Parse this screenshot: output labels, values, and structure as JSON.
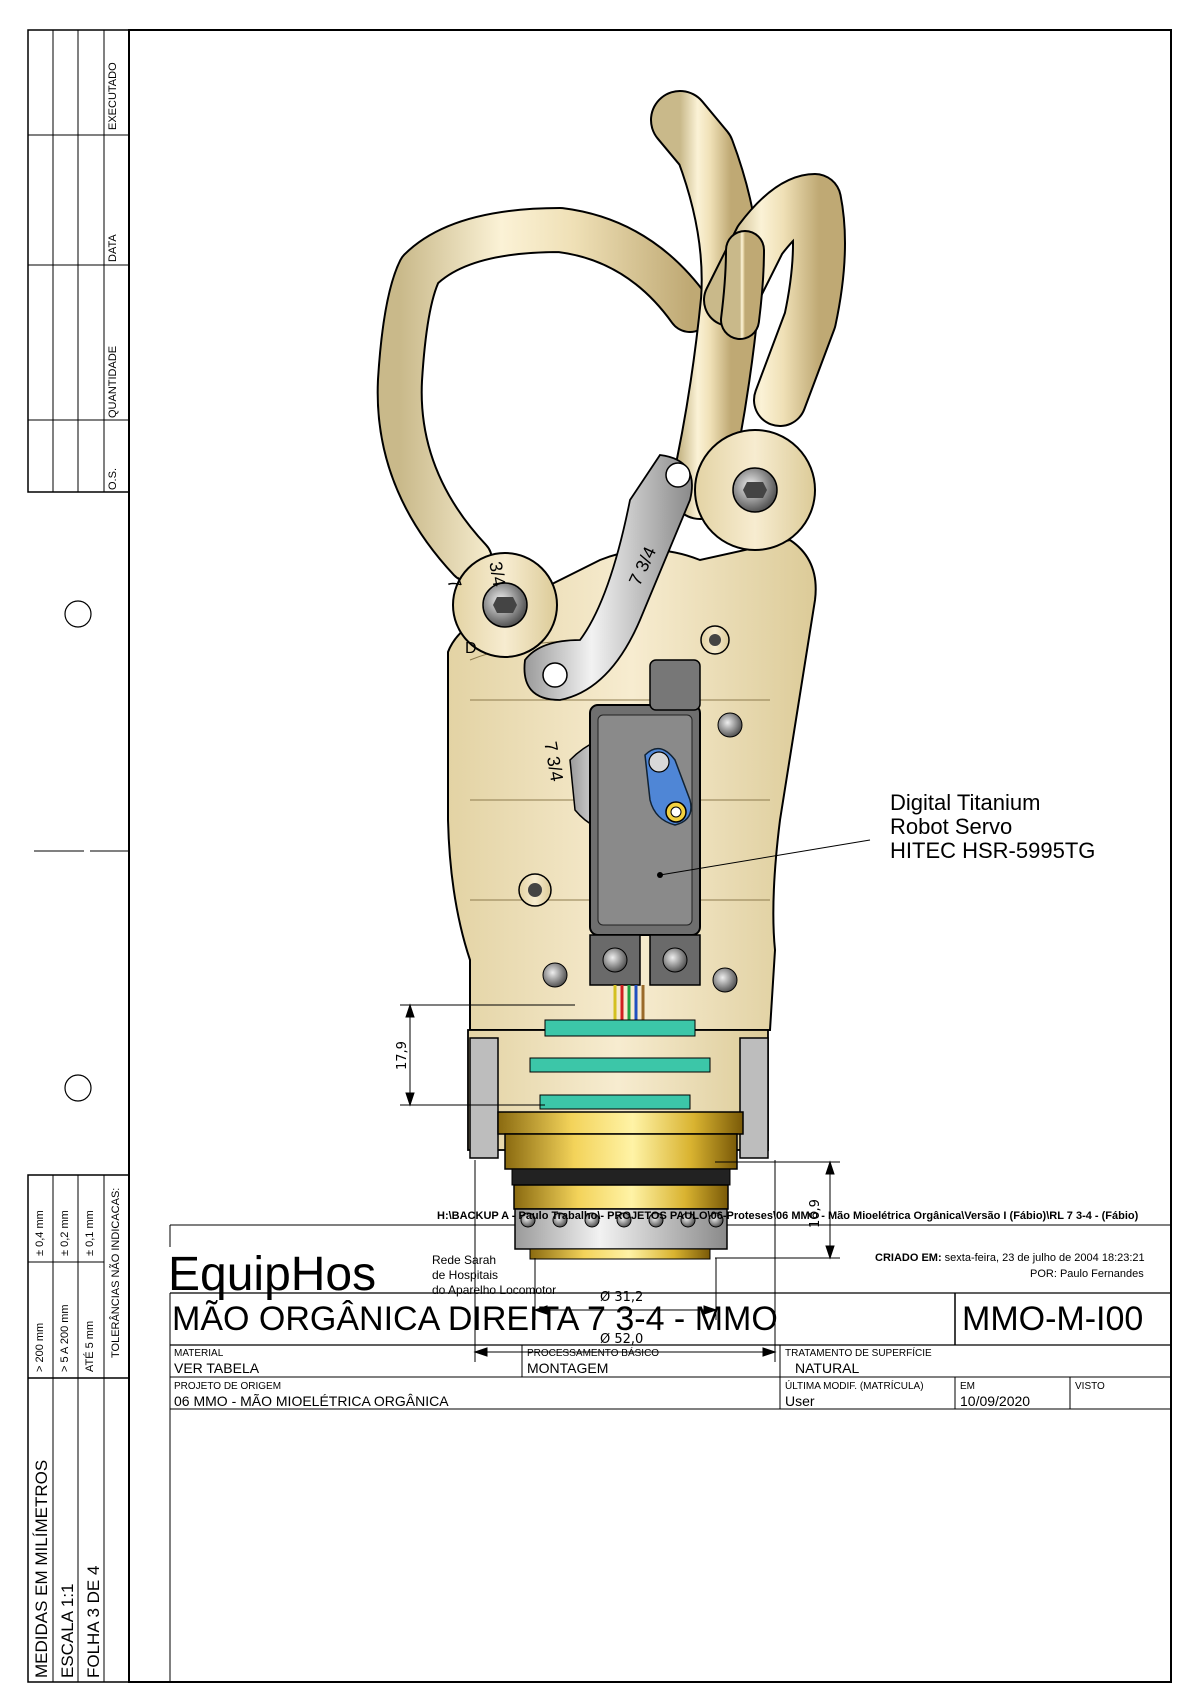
{
  "left_table": {
    "columns": [
      "EXECUTADO",
      "DATA",
      "QUANTIDADE",
      "O.S."
    ]
  },
  "tolerances": {
    "header": "TOLERÂNCIAS NÃO INDICACAS:",
    "rows": [
      {
        "range": "> 200 mm",
        "tol": "± 0,4 mm"
      },
      {
        "range": "> 5 A 200 mm",
        "tol": "± 0,2 mm"
      },
      {
        "range": "ATÉ 5 mm",
        "tol": "± 0,1 mm"
      }
    ]
  },
  "side_info": {
    "measures": "MEDIDAS EM MILÍMETROS",
    "scale": "ESCALA 1:1",
    "sheet": "FOLHA 3 DE 4"
  },
  "drawing": {
    "callout": [
      "Digital Titanium",
      "Robot Servo",
      "HITEC HSR-5995TG"
    ],
    "dims": {
      "d1": "17,9",
      "d2": "16,9",
      "d3": "Ø 31,2",
      "d4": "Ø 52,0"
    },
    "part_marks": {
      "mark1": "7 3/4",
      "mark2": "3/4",
      "mark3": "7",
      "mark4": "D",
      "mark5": "7 3/4"
    }
  },
  "title_block": {
    "file_path": "H:\\BACKUP A - Paulo Trabalho\\- PROJETOS PAULO\\06-Proteses\\06 MMO - Mão Mioelétrica Orgânica\\Versão I (Fábio)\\RL 7 3-4 - (Fábio)",
    "company": "EquipHos",
    "org_lines": [
      "Rede Sarah",
      "de Hospitais",
      "do Aparelho Locomotor"
    ],
    "created_label": "CRIADO EM:",
    "created_value": "sexta-feira, 23 de julho de 2004 18:23:21",
    "author": "POR: Paulo Fernandes",
    "title": "MÃO ORGÂNICA DIREITA 7 3-4 - MMO",
    "code": "MMO-M-I00",
    "material_label": "MATERIAL",
    "material": "VER TABELA",
    "process_label": "PROCESSAMENTO BÁSICO",
    "process": "MONTAGEM",
    "surface_label": "TRATAMENTO DE SUPERFÍCIE",
    "surface": "NATURAL",
    "origin_label": "PROJETO DE ORIGEM",
    "origin": "06 MMO - MÃO MIOELÉTRICA ORGÂNICA",
    "lastmod_label": "ÚLTIMA MODIF. (MATRÍCULA)",
    "lastmod": "User",
    "date_label": "EM",
    "date": "10/09/2020",
    "visto_label": "VISTO"
  }
}
